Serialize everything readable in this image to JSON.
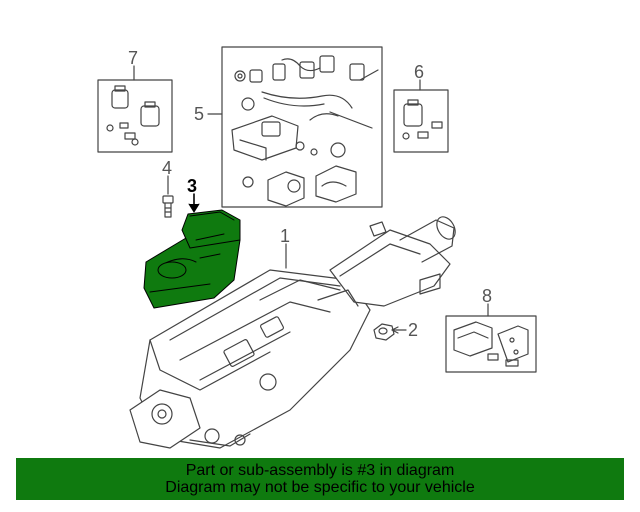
{
  "callouts": {
    "c1": "1",
    "c2": "2",
    "c3": "3",
    "c4": "4",
    "c5": "5",
    "c6": "6",
    "c7": "7",
    "c8": "8"
  },
  "highlighted_part": "3",
  "colors": {
    "highlight": "#0f7a0f",
    "line": "#444444",
    "banner": "#0f7a0f"
  },
  "banner": {
    "line1": "Part or sub-assembly is #3 in diagram",
    "line2": "Diagram may not be specific to your vehicle"
  }
}
